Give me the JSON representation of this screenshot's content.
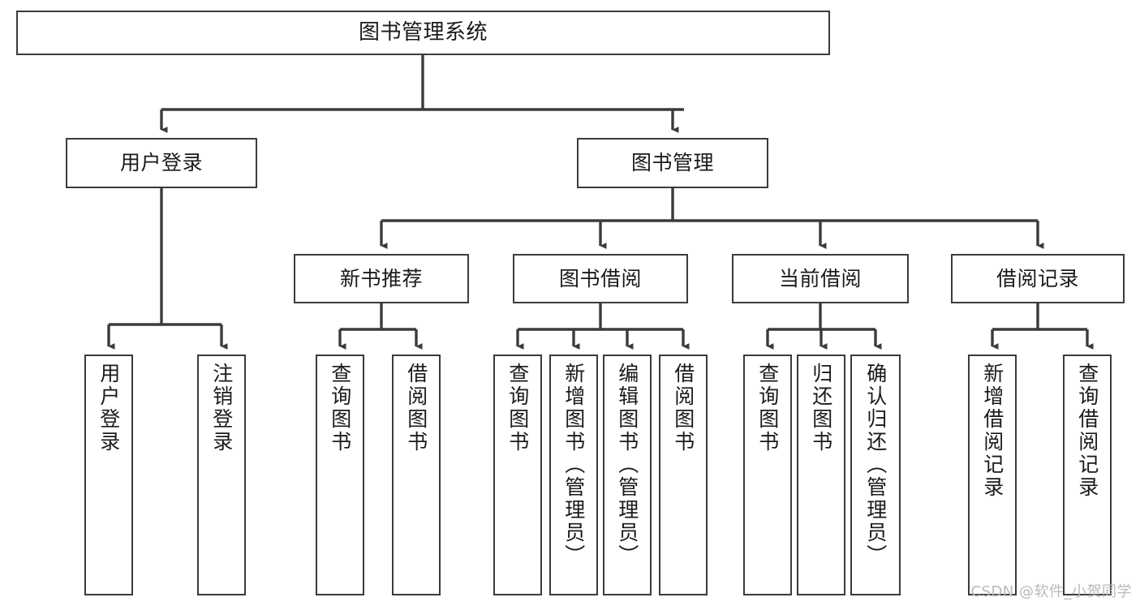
{
  "diagram": {
    "title": "图书管理系统",
    "watermark": "CSDN @软件_小贺同学",
    "colors": {
      "stroke": "#3b3b3b",
      "fill": "#ffffff",
      "text": "#1a1a1a",
      "watermark": "#b9b9b9"
    },
    "nodes": {
      "root": {
        "label": "图书管理系统",
        "orientation": "horizontal"
      },
      "level2": [
        {
          "label": "用户登录",
          "orientation": "horizontal"
        },
        {
          "label": "图书管理",
          "orientation": "horizontal"
        }
      ],
      "level3": [
        {
          "label": "新书推荐",
          "orientation": "horizontal"
        },
        {
          "label": "图书借阅",
          "orientation": "horizontal"
        },
        {
          "label": "当前借阅",
          "orientation": "horizontal"
        },
        {
          "label": "借阅记录",
          "orientation": "horizontal"
        }
      ],
      "leaves": {
        "user_login": [
          {
            "label": "用户登录",
            "orientation": "vertical"
          },
          {
            "label": "注销登录",
            "orientation": "vertical"
          }
        ],
        "new_book_recommend": [
          {
            "label": "查询图书",
            "orientation": "vertical"
          },
          {
            "label": "借阅图书",
            "orientation": "vertical"
          }
        ],
        "book_borrow": [
          {
            "label": "查询图书",
            "orientation": "vertical"
          },
          {
            "label": "新增图书（管理员）",
            "orientation": "vertical"
          },
          {
            "label": "编辑图书（管理员）",
            "orientation": "vertical"
          },
          {
            "label": "借阅图书",
            "orientation": "vertical"
          }
        ],
        "current_borrow": [
          {
            "label": "查询图书",
            "orientation": "vertical"
          },
          {
            "label": "归还图书",
            "orientation": "vertical"
          },
          {
            "label": "确认归还（管理员）",
            "orientation": "vertical"
          }
        ],
        "borrow_record": [
          {
            "label": "新增借阅记录",
            "orientation": "vertical"
          },
          {
            "label": "查询借阅记录",
            "orientation": "vertical"
          }
        ]
      }
    }
  }
}
